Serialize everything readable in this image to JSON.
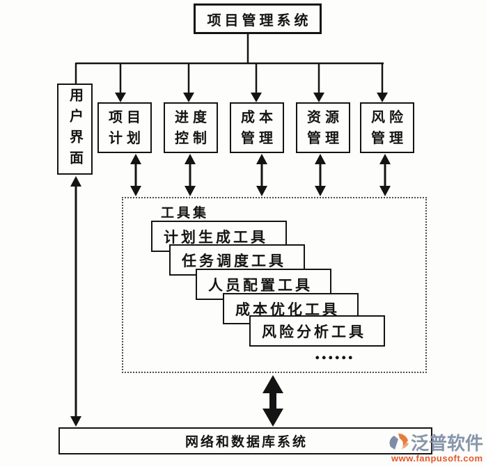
{
  "diagram": {
    "title": "项目管理系统",
    "user_interface": "用户界面",
    "modules": [
      {
        "line1": "项目",
        "line2": "计划"
      },
      {
        "line1": "进度",
        "line2": "控制"
      },
      {
        "line1": "成本",
        "line2": "管理"
      },
      {
        "line1": "资源",
        "line2": "管理"
      },
      {
        "line1": "风险",
        "line2": "管理"
      }
    ],
    "toolset": {
      "label": "工具集",
      "tools": [
        "计划生成工具",
        "任务调度工具",
        "人员配置工具",
        "成本优化工具",
        "风险分析工具"
      ],
      "ellipsis": "......"
    },
    "bottom_bar": "网络和数据库系统"
  },
  "watermark": {
    "name": "泛普软件",
    "url": "www.fanpusoft.com",
    "colors": {
      "name_text": "#8795ab",
      "url_text": "#e3582a",
      "logo_orange": "#e87c3c",
      "logo_slate": "#7d8da6"
    }
  },
  "style_colors": {
    "line_color": "#141414",
    "background": "#fdfdfb"
  }
}
